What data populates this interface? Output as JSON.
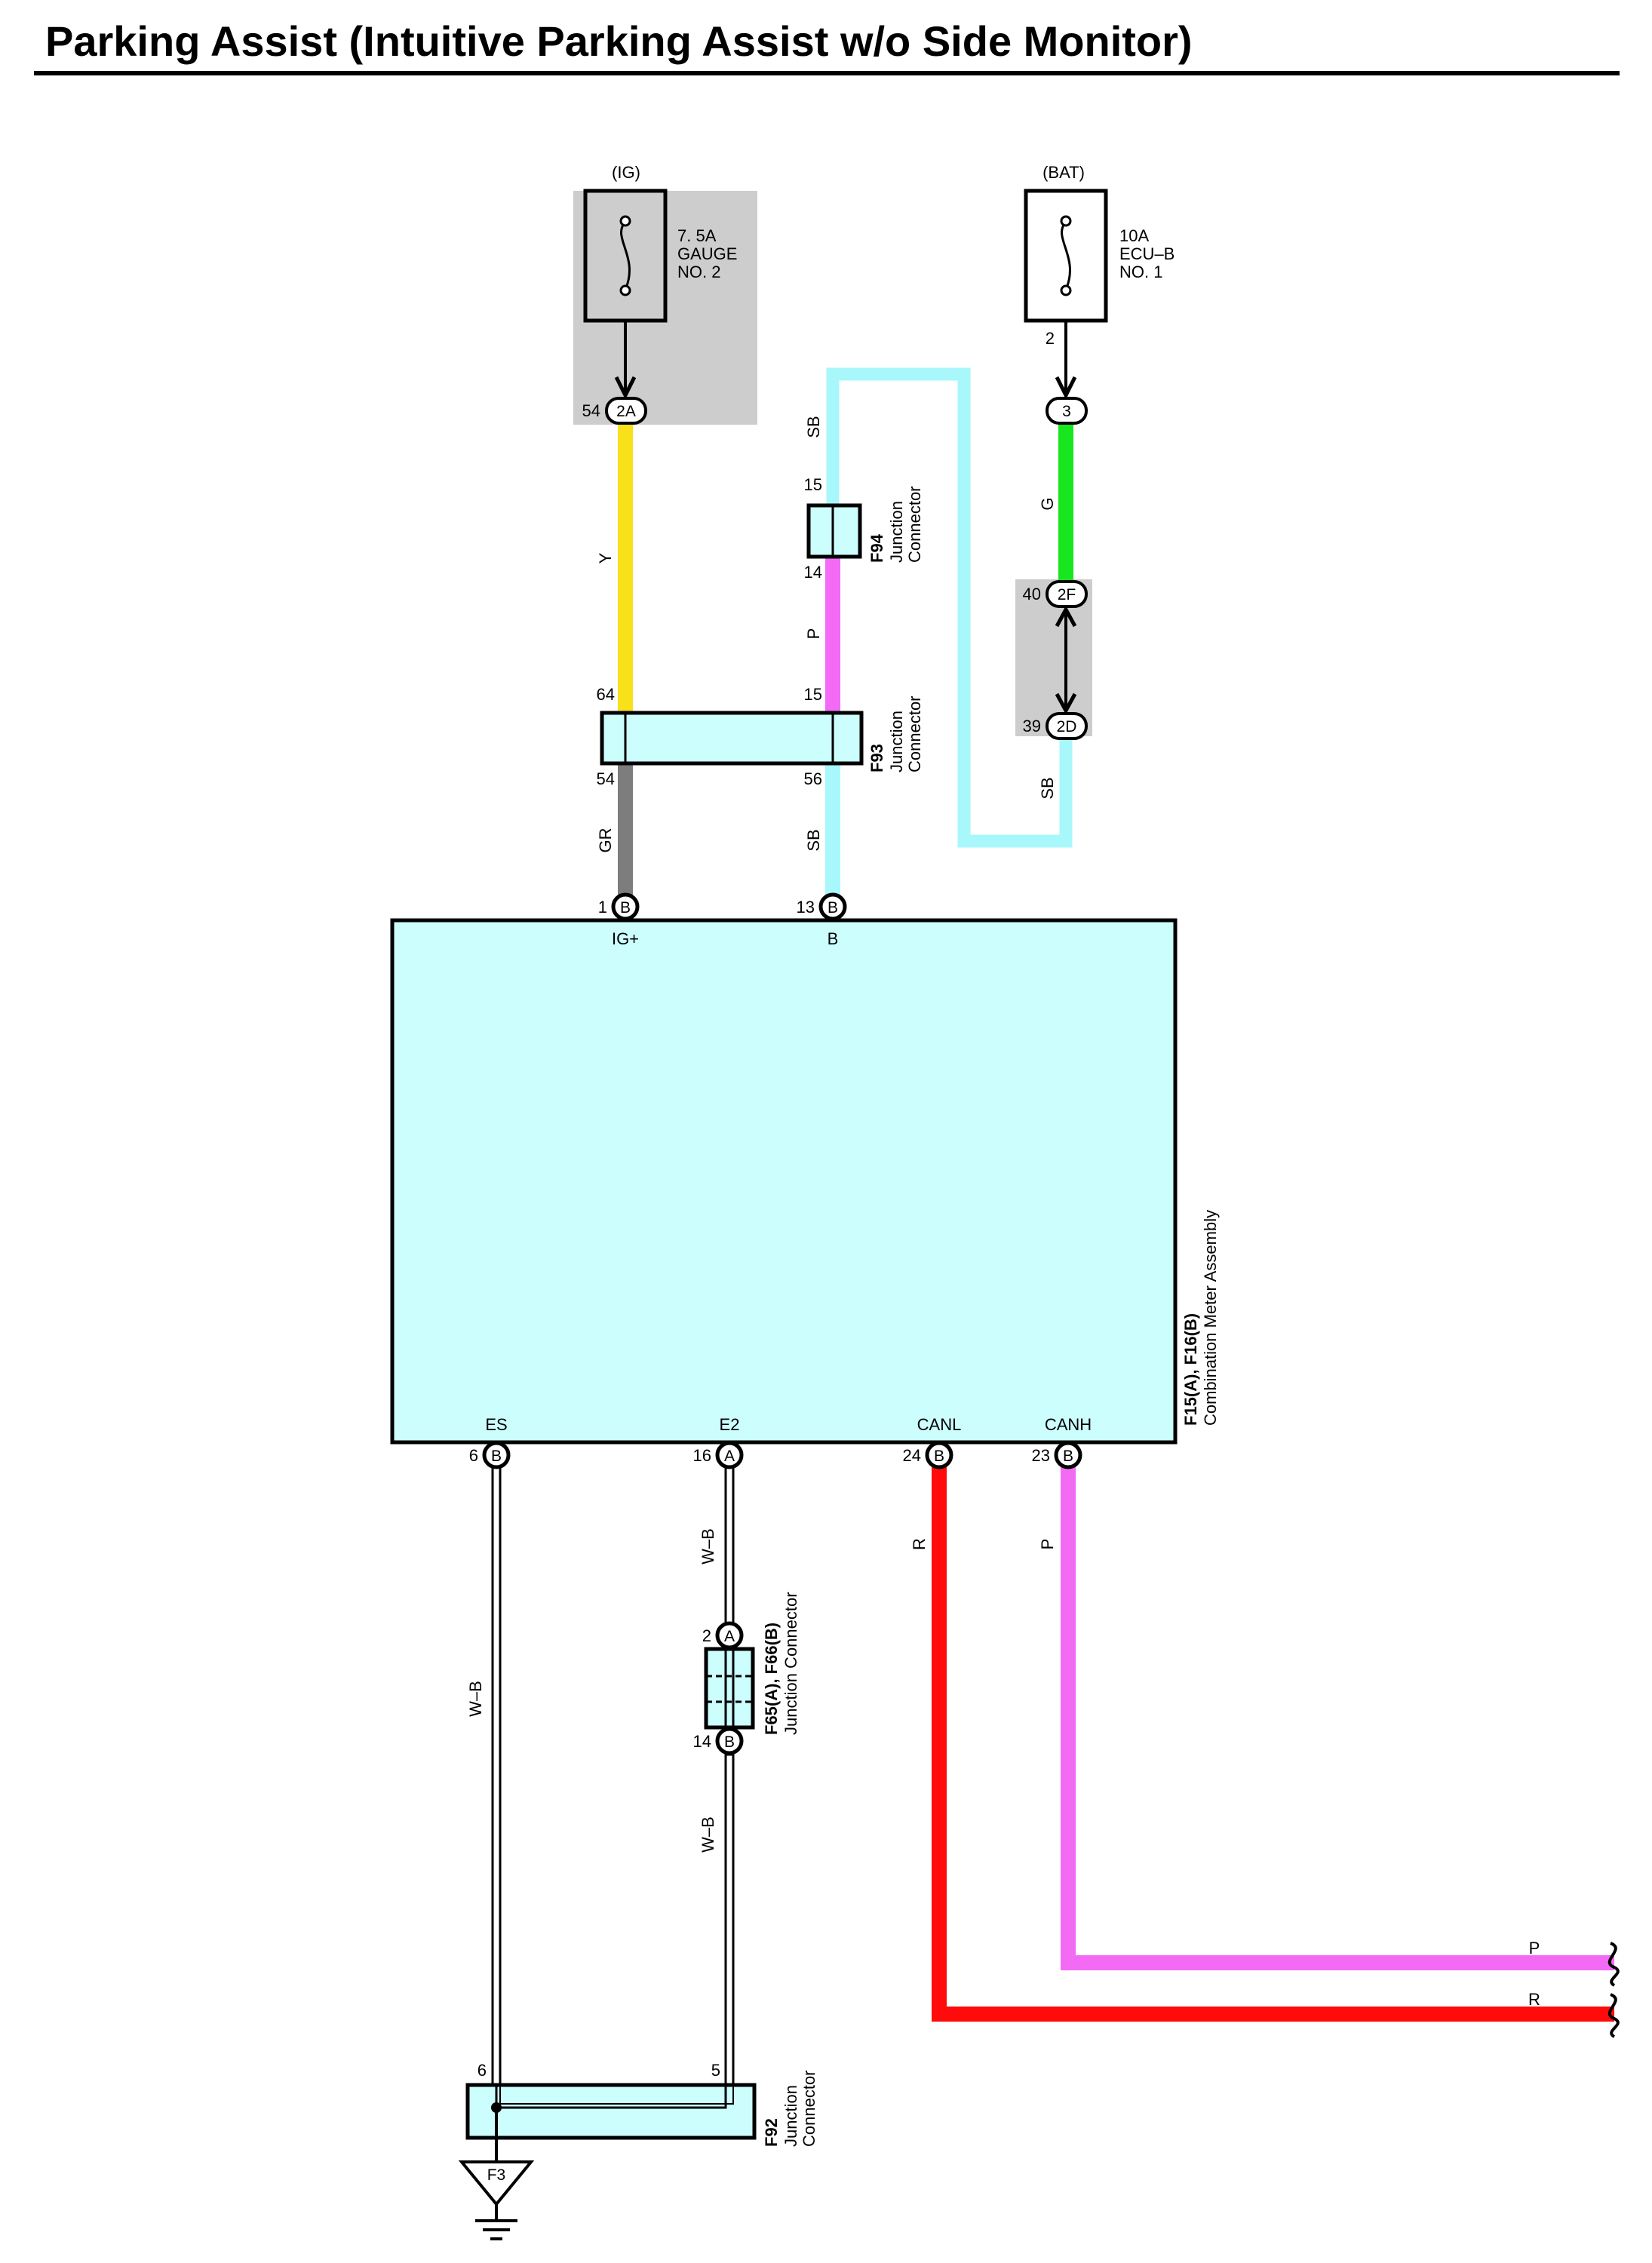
{
  "title": "Parking Assist (Intuitive Parking Assist w/o Side Monitor)",
  "colors": {
    "Y": "#f8e11a",
    "SB": "#a8f7fb",
    "P": "#f36af5",
    "G": "#18e61e",
    "GR": "#7d7d7d",
    "R": "#ff0b0b",
    "W-B": "#ffffff",
    "component_fill": "#ccfefe",
    "shade": "#cdcdcd"
  },
  "power": {
    "ig": {
      "source": "(IG)",
      "fuse_line1": "7. 5A",
      "fuse_line2": "GAUGE",
      "fuse_line3": "NO. 2",
      "pin": "54",
      "connector": "2A"
    },
    "bat": {
      "source": "(BAT)",
      "fuse_line1": "10A",
      "fuse_line2": "ECU–B",
      "fuse_line3": "NO. 1",
      "pin": "2",
      "connector": "3"
    }
  },
  "wires": {
    "y": "Y",
    "sb_top": "SB",
    "p_mid": "P",
    "g": "G",
    "sb_right": "SB",
    "gr": "GR",
    "sb_left": "SB",
    "wb_left": "W–B",
    "wb_mid_top": "W–B",
    "wb_mid_bottom": "W–B",
    "r": "R",
    "p_lower": "P",
    "p_end": "P",
    "r_end": "R"
  },
  "inline_connectors": {
    "c2f": {
      "pin": "40",
      "label": "2F"
    },
    "c2d": {
      "pin": "39",
      "label": "2D"
    }
  },
  "f94": {
    "id": "F94",
    "desc1": "Junction",
    "desc2": "Connector",
    "pin_top": "15",
    "pin_bottom": "14"
  },
  "f93": {
    "id": "F93",
    "desc1": "Junction",
    "desc2": "Connector",
    "pin_top_left": "64",
    "pin_top_right": "15",
    "pin_bottom_left": "54",
    "pin_bottom_right": "56"
  },
  "meter": {
    "id": "F15(A), F16(B)",
    "name": "Combination Meter Assembly",
    "top_pins": [
      {
        "num": "1",
        "conn": "B",
        "label": "IG+"
      },
      {
        "num": "13",
        "conn": "B",
        "label": "B"
      }
    ],
    "bottom_pins": [
      {
        "num": "6",
        "conn": "B",
        "label": "ES"
      },
      {
        "num": "16",
        "conn": "A",
        "label": "E2"
      },
      {
        "num": "24",
        "conn": "B",
        "label": "CANL"
      },
      {
        "num": "23",
        "conn": "B",
        "label": "CANH"
      }
    ]
  },
  "f65": {
    "id": "F65(A), F66(B)",
    "desc": "Junction Connector",
    "pin_top": "2",
    "conn_top": "A",
    "pin_bottom": "14",
    "conn_bottom": "B"
  },
  "f92": {
    "id": "F92",
    "desc1": "Junction",
    "desc2": "Connector",
    "pin_left": "6",
    "pin_right": "5"
  },
  "ground": {
    "label": "F3"
  }
}
